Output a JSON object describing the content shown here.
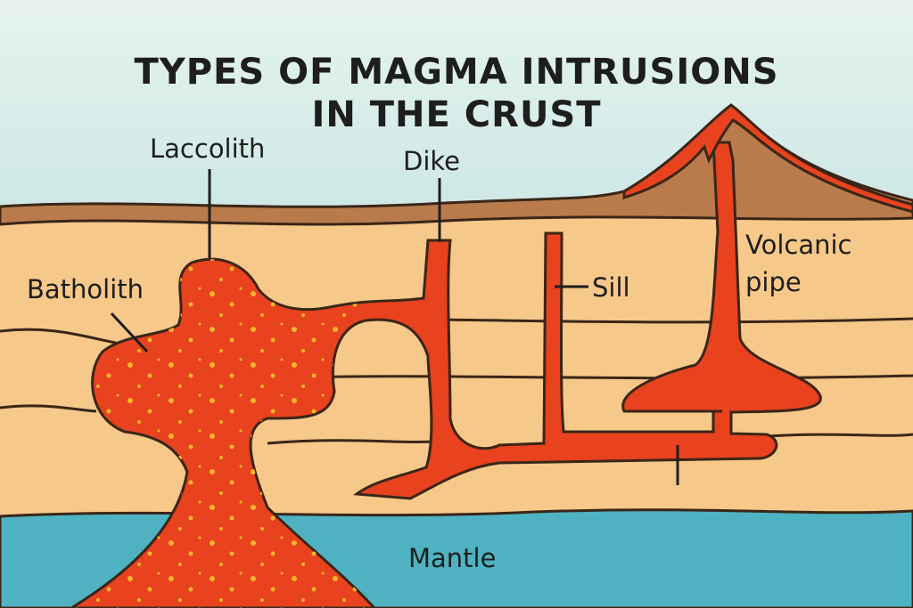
{
  "title": {
    "line1": "TYPES OF MAGMA INTRUSIONS",
    "line2": "IN THE CRUST"
  },
  "labels": {
    "laccolith": "Laccolith",
    "dike": "Dike",
    "batholith": "Batholith",
    "sill": "Sill",
    "volcanic_pipe_1": "Volcanic",
    "volcanic_pipe_2": "pipe",
    "mantle": "Mantle"
  },
  "colors": {
    "sky_top": "#e6f3ee",
    "sky_bottom": "#9fd3d6",
    "topsoil": "#b97a4c",
    "crust": "#f6c88a",
    "magma": "#e8421f",
    "magma_dots": "#f7b52a",
    "mantle": "#4fb2c2",
    "outline": "#3a2618"
  }
}
